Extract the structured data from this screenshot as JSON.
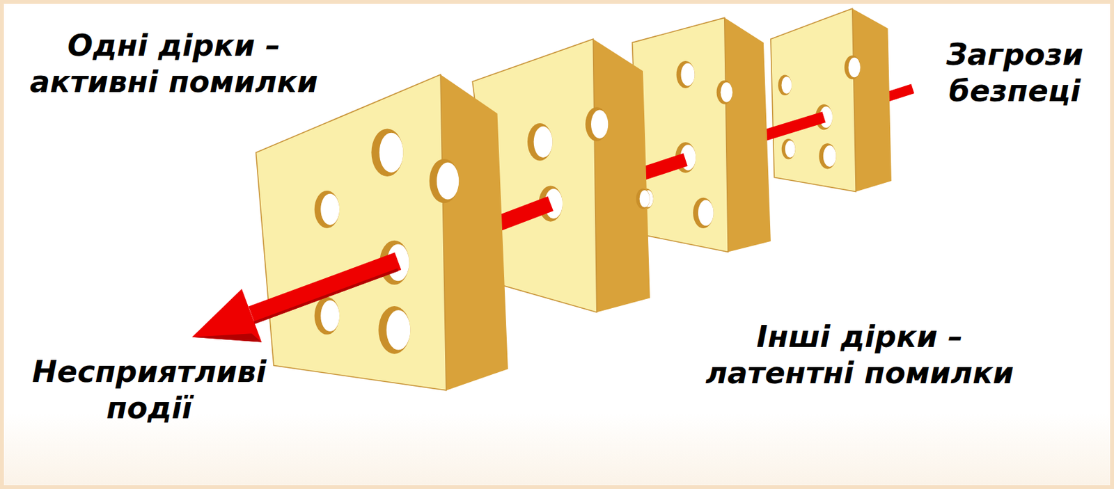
{
  "diagram": {
    "labels": [
      "Одні дірки – активні помилки",
      "Загрози безпеці",
      "Несприятливі події",
      "Інші дірки – латентні помилки"
    ]
  }
}
